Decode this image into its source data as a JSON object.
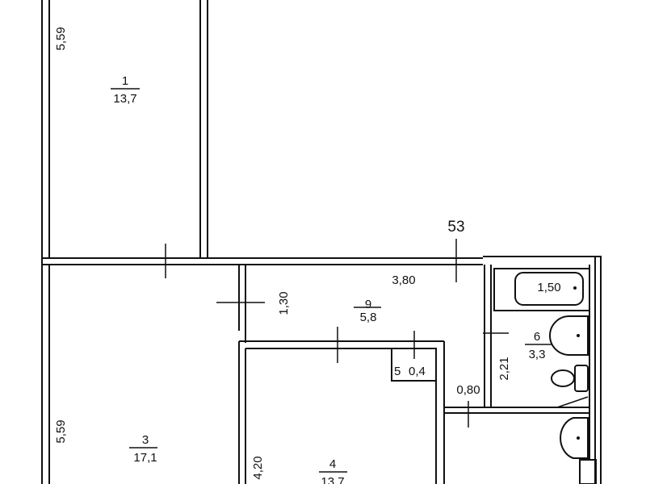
{
  "plan": {
    "apartment_number": "53",
    "rooms": [
      {
        "id": "1",
        "area": "13,7"
      },
      {
        "id": "3",
        "area": "17,1"
      },
      {
        "id": "4",
        "area": "13,7"
      },
      {
        "id": "5",
        "area": "0,4"
      },
      {
        "id": "6",
        "area": "3,3"
      },
      {
        "id": "9",
        "area": "5,8"
      }
    ],
    "dimensions": {
      "room1_length": "5,59",
      "room3_length": "5,59",
      "hall_length": "3,80",
      "hall_width": "1,30",
      "bath_length": "1,50",
      "toilet_length": "2,21",
      "passage_width": "0,80",
      "room4_width": "4,20"
    }
  }
}
